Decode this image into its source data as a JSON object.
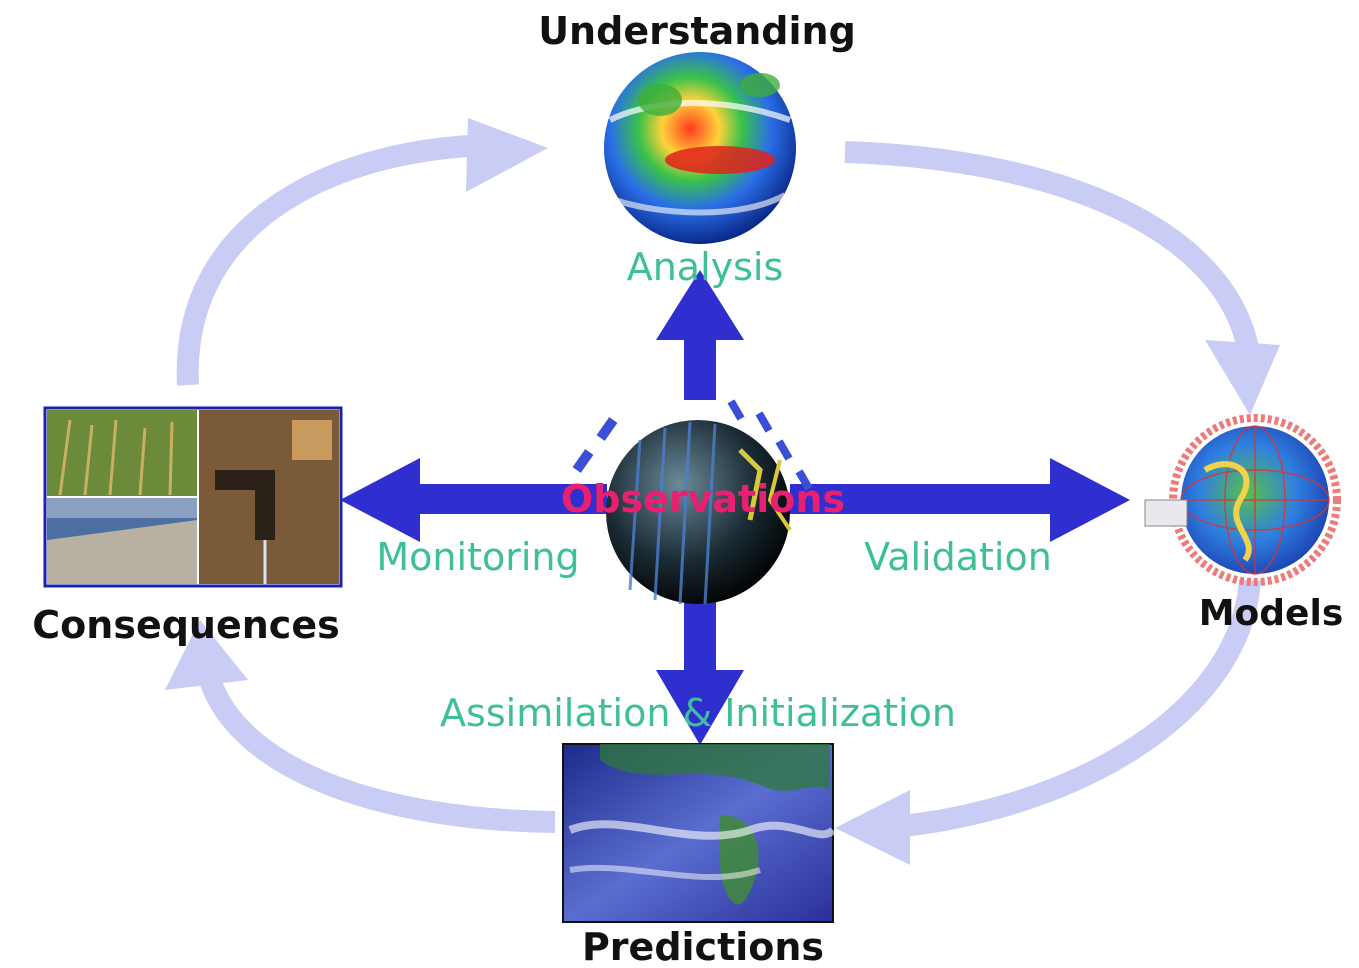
{
  "nodes": {
    "understanding": "Understanding",
    "models": "Models",
    "predictions": "Predictions",
    "consequences": "Consequences",
    "observations": "Observations"
  },
  "processes": {
    "analysis": "Analysis",
    "monitoring": "Monitoring",
    "validation": "Validation",
    "assimilation": "Assimilation & Initialization"
  },
  "colors": {
    "cycle_arrow": "#c9ccf5",
    "main_arrow": "#2f2fd0",
    "process_text": "#3dbf9a",
    "observations_text": "#e8206f",
    "node_text": "#111111"
  },
  "icons": {
    "understanding": "globe-sst-anomaly-icon",
    "models": "globe-model-grid-icon",
    "predictions": "weather-map-icon",
    "consequences": "photo-collage-icon",
    "observations": "globe-satellites-icon"
  }
}
